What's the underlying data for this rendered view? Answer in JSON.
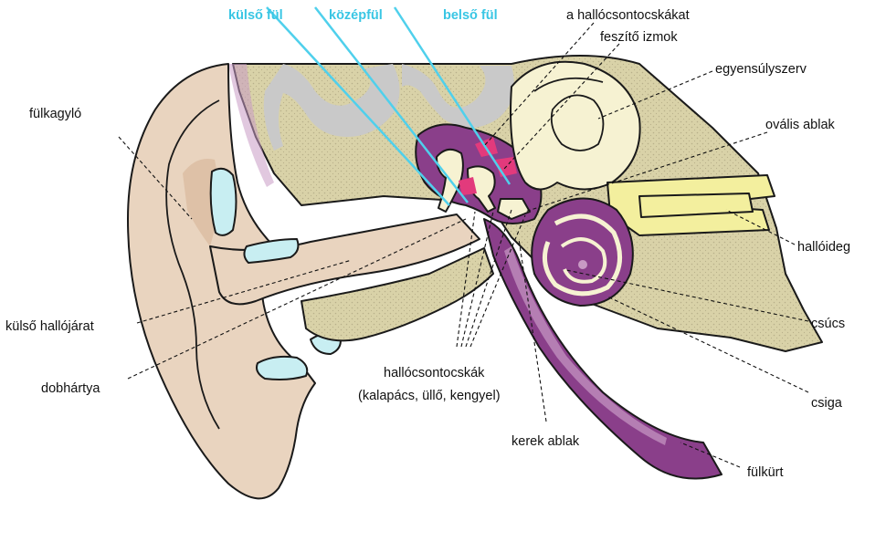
{
  "colors": {
    "header_text": "#39c6e4",
    "header_line": "#4fd0ec",
    "bone": "#d9d2a8",
    "bone_dots": "#b8b08a",
    "skin": "#e9d4bf",
    "skin_shadow": "#d8b99c",
    "canal_cyan": "#c8eef2",
    "purple": "#8a3f8a",
    "purple_light": "#c89ac4",
    "nerve_yellow": "#f3ef9e",
    "cochlea_cream": "#f6f2d2",
    "pink": "#e23a7c",
    "brain_gray": "#c9c9c9"
  },
  "headers": {
    "outer_ear": "külső fül",
    "middle_ear": "középfül",
    "inner_ear": "belső fül"
  },
  "labels": {
    "ossicle_muscles_line1": "a hallócsontocskákat",
    "ossicle_muscles_line2": "feszítő izmok",
    "balance_organ": "egyensúlyszerv",
    "oval_window": "ovális ablak",
    "auditory_nerve": "hallóideg",
    "apex": "csúcs",
    "cochlea": "csiga",
    "eustachian_tube": "fülkürt",
    "round_window": "kerek ablak",
    "ossicles_line1": "hallócsontocskák",
    "ossicles_line2": "(kalapács, üllő, kengyel)",
    "auricle": "fülkagyló",
    "ear_canal": "külső hallójárat",
    "eardrum": "dobhártya"
  }
}
